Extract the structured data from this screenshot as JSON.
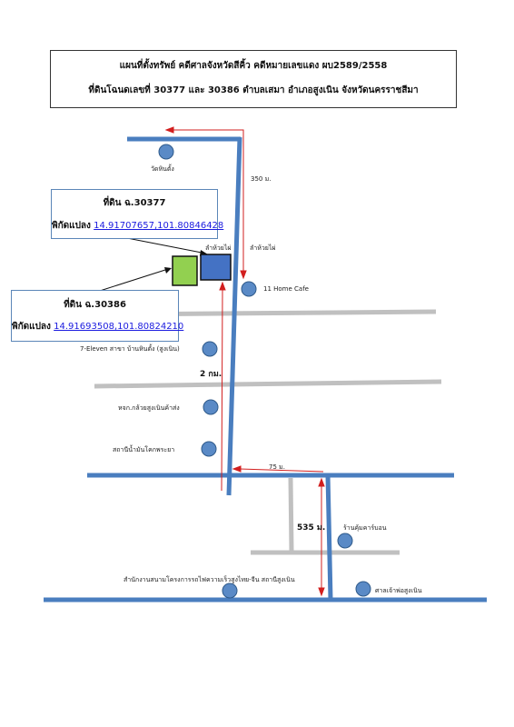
{
  "title": {
    "line1": "แผนที่ตั้งทรัพย์ คดีศาลจังหวัดสีคิ้ว คดีหมายเลขแดง ผบ2589/2558",
    "line2": "ที่ดินโฉนดเลขที่ 30377 และ 30386 ตำบลเสมา อำเภอสูงเนิน จังหวัดนครราชสีมา"
  },
  "plots": [
    {
      "title": "ที่ดิน ฉ.30377",
      "coord_label": "พิกัดแปลง",
      "coords": "14.91707657,101.80846428",
      "color": "#4472c4"
    },
    {
      "title": "ที่ดิน ฉ.30386",
      "coord_label": "พิกัดแปลง",
      "coords": "14.91693508,101.80824210",
      "color": "#92d050"
    }
  ],
  "landmarks": {
    "temple": "วัดหินตั้ง",
    "canal_1": "ลำห้วยไผ่",
    "canal_2": "ลำห้วยไผ่",
    "cafe": "11 Home Cafe",
    "seven_eleven": "7-Eleven สาขา บ้านหินตั้ง (สูงเนิน)",
    "shop": "หจก.กล้วยสูงเนินค้าส่ง",
    "gas_station": "สถานีน้ำมันโคกพระยา",
    "car_shop": "ร้านคุ้มคาร์บอน",
    "rail_office": "สำนักงานสนามโครงการรถไฟความเร็วสูงไทย-จีน สถานีสูงเนิน",
    "shrine": "ศาลเจ้าพ่อสูงเนิน"
  },
  "distances": {
    "d350": "350 ม.",
    "d2km": "2 กม.",
    "d75": "75 ม.",
    "d535": "535 ม."
  },
  "colors": {
    "main_road": "#4a7ebf",
    "side_road": "#c0c0c0",
    "marker": "#5a8ac6",
    "marker_stroke": "#2f5a8a",
    "arrow": "#d21f1f"
  }
}
